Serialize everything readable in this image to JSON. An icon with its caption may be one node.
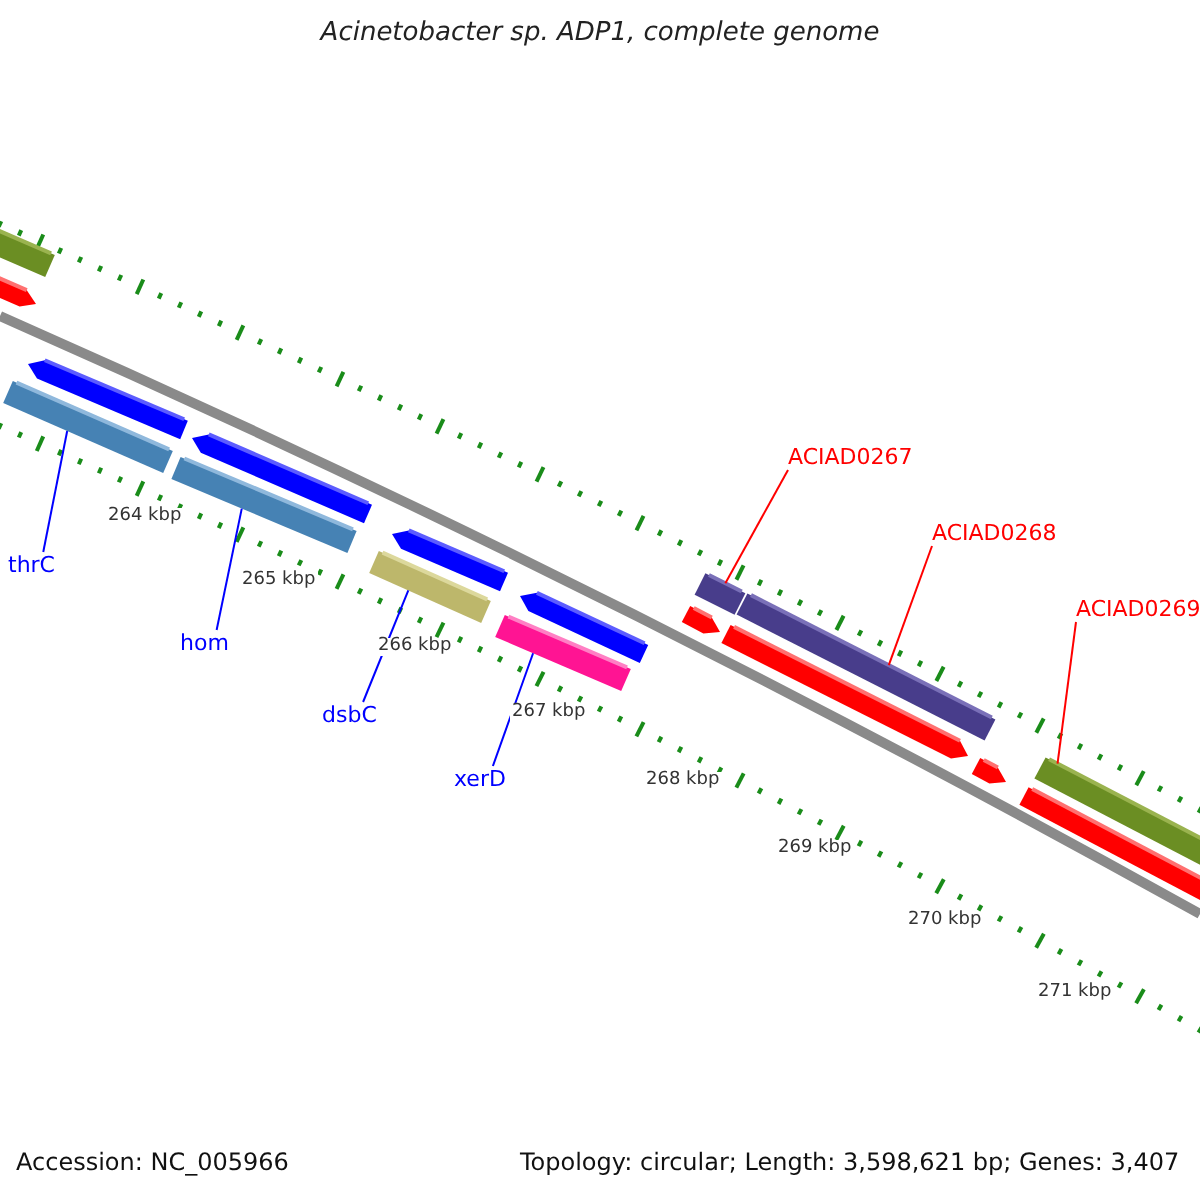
{
  "diagram": {
    "title": "Acinetobacter sp. ADP1, complete genome",
    "nodes": [
      {
        "text": [
          "thrC"
        ]
      },
      {
        "text": [],
        "shape": "bar"
      },
      {
        "text": [
          "hom"
        ]
      },
      {
        "text": [],
        "shape": "bar"
      },
      {
        "text": [
          "dsbC"
        ]
      },
      {
        "text": [],
        "shape": "bar"
      },
      {
        "text": [
          "xerD"
        ]
      },
      {
        "text": [],
        "shape": "bar"
      },
      {
        "text": [
          "ACIAD0267"
        ]
      },
      {
        "text": [],
        "shape": "bar"
      },
      {
        "text": [
          "ACIAD0268"
        ]
      },
      {
        "text": [],
        "shape": "bar"
      },
      {
        "text": [
          "ACIAD0269"
        ]
      },
      {
        "text": [],
        "shape": "bar"
      }
    ],
    "edges": [
      {
        "from": 0,
        "to": 1,
        "arrow": "none",
        "color": "#0000ff"
      },
      {
        "from": 2,
        "to": 3,
        "arrow": "none",
        "color": "#0000ff"
      },
      {
        "from": 4,
        "to": 5,
        "arrow": "none",
        "color": "#0000ff"
      },
      {
        "from": 6,
        "to": 7,
        "arrow": "none",
        "color": "#0000ff"
      },
      {
        "from": 8,
        "to": 9,
        "arrow": "none",
        "color": "#ff0000"
      },
      {
        "from": 10,
        "to": 11,
        "arrow": "none",
        "color": "#ff0000"
      },
      {
        "from": 12,
        "to": 13,
        "arrow": "none",
        "color": "#ff0000"
      }
    ],
    "labels": [
      "264 kbp",
      "265 kbp",
      "266 kbp",
      "267 kbp",
      "268 kbp",
      "269 kbp",
      "270 kbp",
      "271 kbp",
      "Accession: NC_005966",
      "Topology: circular; Length: 3,598,621 bp; Genes: 3,407"
    ]
  }
}
